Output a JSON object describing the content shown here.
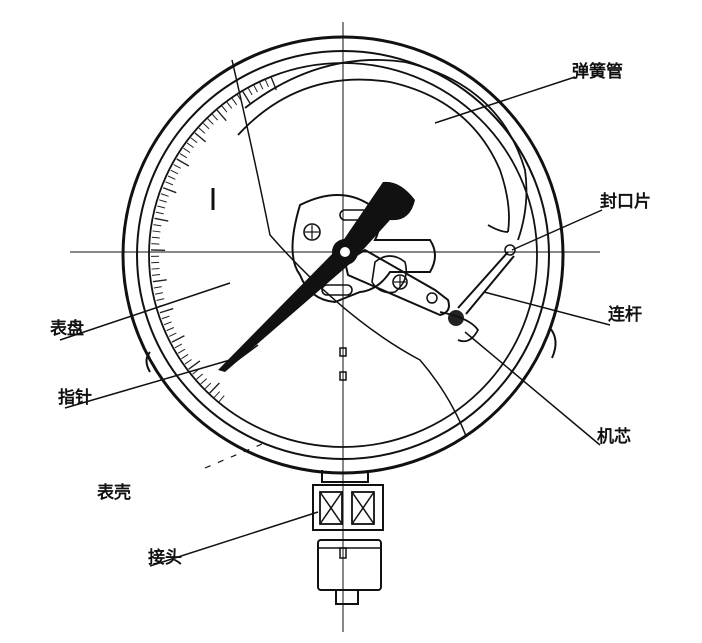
{
  "labels": {
    "bourdon_tube": "弹簧管",
    "seal_piece": "封口片",
    "dial": "表盘",
    "link_rod": "连杆",
    "pointer": "指针",
    "movement": "机芯",
    "case": "表壳",
    "connector": "接头"
  }
}
